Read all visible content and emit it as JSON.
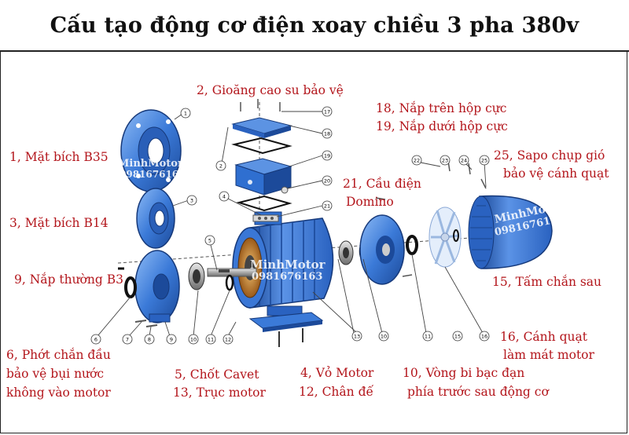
{
  "title": "Cấu tạo động cơ điện xoay chiều 3 pha 380v",
  "watermark": {
    "brand": "MinhMotor",
    "phone": "0981676163"
  },
  "labels": {
    "l1": "1, Mặt bích B35",
    "l2": "2, Gioăng cao su bảo vệ",
    "l3": "3, Mặt bích B14",
    "l9": "9, Nắp thường B3",
    "l6a": "6, Phớt chắn đầu",
    "l6b": "bảo vệ bụi nước",
    "l6c": "không vào motor",
    "l5": "5, Chốt Cavet",
    "l13": "13, Trục motor",
    "l4": "4, Vỏ Motor",
    "l12": "12, Chân đế",
    "l10a": "10, Vòng bi bạc đạn",
    "l10b": "phía trước sau động cơ",
    "l18": "18, Nắp trên hộp cực",
    "l19": "19, Nắp dưới hộp cực",
    "l21a": "21, Cầu điện",
    "l21b": "Domino",
    "l25a": "25, Sapo chụp gió",
    "l25b": "bảo vệ cánh quạt",
    "l15": "15, Tấm chắn sau",
    "l16a": "16, Cánh quạt",
    "l16b": "làm mát motor"
  },
  "callouts": {
    "c1": "1",
    "c2": "2",
    "c3": "3",
    "c4": "4",
    "c5": "5",
    "c6": "6",
    "c7": "7",
    "c8": "8",
    "c9": "9",
    "c10a": "10",
    "c10b": "10",
    "c11a": "11",
    "c11b": "11",
    "c12": "12",
    "c13": "13",
    "c15": "15",
    "c16": "16",
    "c17": "17",
    "c18": "18",
    "c19": "19",
    "c20": "20",
    "c21": "21",
    "c22": "22",
    "c23": "23",
    "c24": "24",
    "c25": "25"
  },
  "colors": {
    "label": "#b3151b",
    "part_blue": "#2f6fd0",
    "part_light": "#6fa6ee",
    "part_dark": "#1c4a9a",
    "metal": "#b8b8b8",
    "rubber": "#111111"
  }
}
